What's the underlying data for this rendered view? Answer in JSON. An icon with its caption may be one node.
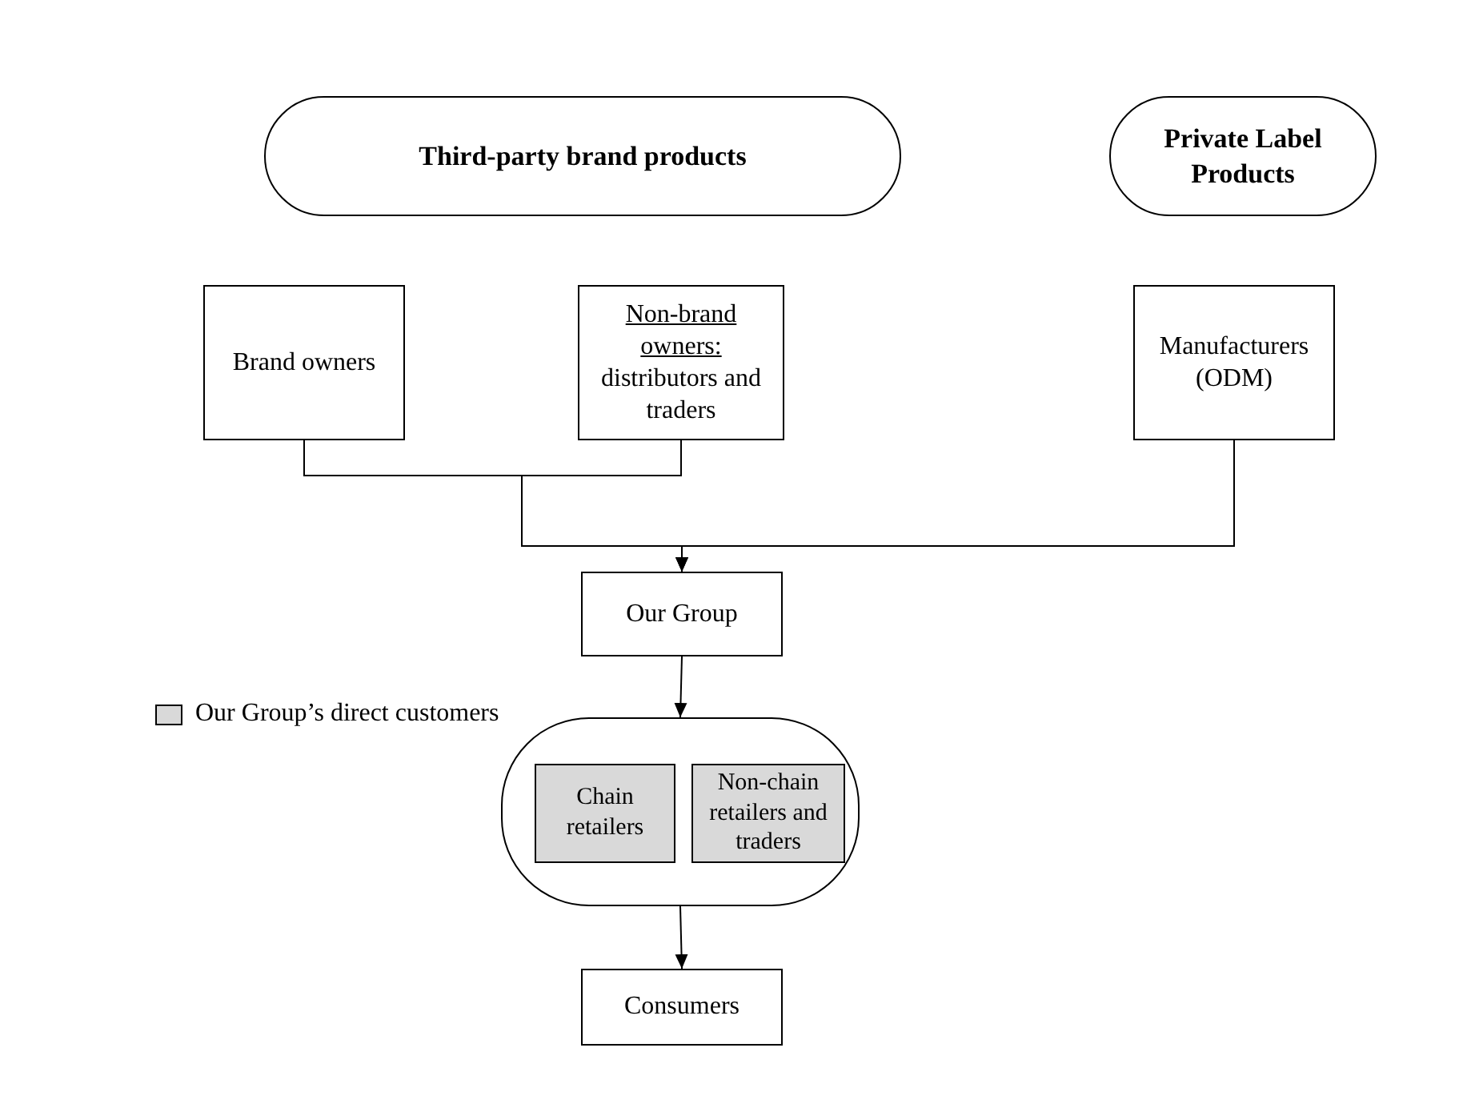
{
  "diagram": {
    "nodes": [
      {
        "text": [
          "Third-party brand products"
        ]
      },
      {
        "text": [
          "Private Label Products"
        ]
      },
      {
        "text": [
          "Brand owners"
        ]
      },
      {
        "text": [
          "Non-brand owners:",
          "distributors and traders"
        ]
      },
      {
        "text": [
          "Manufacturers (ODM)"
        ]
      },
      {
        "text": [
          "Our Group"
        ]
      },
      {
        "text": [],
        "shape": "box"
      },
      {
        "text": [
          "Chain retailers"
        ],
        "in": 6
      },
      {
        "text": [
          "Non-chain retailers and traders"
        ],
        "in": 6
      },
      {
        "text": [
          "Consumers"
        ]
      }
    ],
    "edges": [
      {
        "from": 2,
        "to": 5,
        "arrow": "to"
      },
      {
        "from": 3,
        "to": 5,
        "arrow": "to"
      },
      {
        "from": 4,
        "to": 5,
        "arrow": "to"
      },
      {
        "from": 5,
        "to": 6,
        "arrow": "to"
      },
      {
        "from": 6,
        "to": 9,
        "arrow": "to"
      }
    ],
    "legend": [
      {
        "text": "Our Group’s direct customers",
        "color": "#d9d9d9"
      }
    ]
  }
}
